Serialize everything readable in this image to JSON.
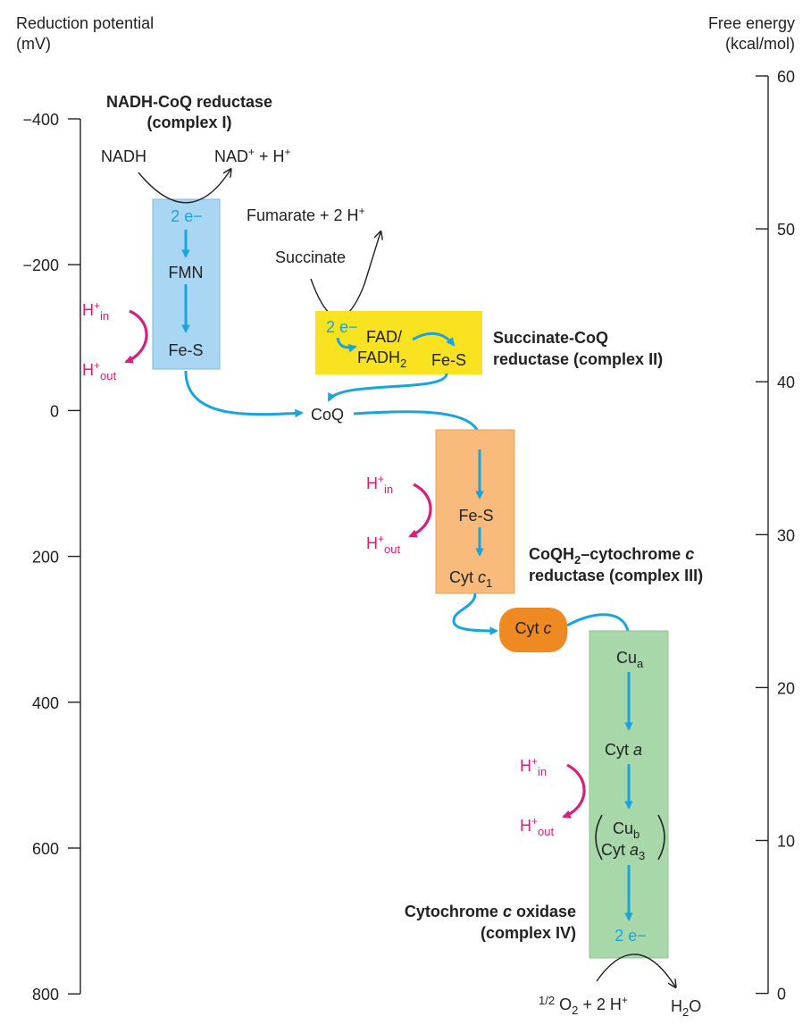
{
  "axes": {
    "left": {
      "title_line1": "Reduction potential",
      "title_line2": "(mV)",
      "ticks": [
        "−400",
        "−200",
        "0",
        "200",
        "400",
        "600",
        "800"
      ]
    },
    "right": {
      "title_line1": "Free energy",
      "title_line2": "(kcal/mol)",
      "ticks": [
        "60",
        "50",
        "40",
        "30",
        "20",
        "10",
        "0"
      ]
    }
  },
  "complex1": {
    "title_line1": "NADH-CoQ reductase",
    "title_line2": "(complex I)",
    "nadh": "NADH",
    "nad": "NAD",
    "nad_sup": "+",
    "plus_h": " + H",
    "h_sup": "+",
    "electrons": "2 e−",
    "fmn": "FMN",
    "fes": "Fe-S",
    "color": "#a9d6f2"
  },
  "complex2": {
    "title_line1": "Succinate-CoQ",
    "title_line2": "reductase (complex II)",
    "fumarate": "Fumarate + 2 H",
    "fumarate_sup": "+",
    "succinate": "Succinate",
    "electrons": "2 e−",
    "fad": "FAD/",
    "fadh": "FADH",
    "fadh_sub": "2",
    "fes": "Fe-S",
    "color": "#f9e220"
  },
  "coq": "CoQ",
  "complex3": {
    "title_a": "CoQH",
    "title_a_sub": "2",
    "title_b": "–cytochrome ",
    "title_c": "c",
    "title_line2": "reductase (complex III)",
    "fes": "Fe-S",
    "cytc1": "Cyt ",
    "cytc1_c": "c",
    "cytc1_sub": "1",
    "color": "#f8bb7c"
  },
  "cytc": {
    "text": "Cyt ",
    "italic": "c",
    "color": "#ef8a22"
  },
  "complex4": {
    "title_a": "Cytochrome ",
    "title_b": "c",
    "title_c": " oxidase",
    "title_line2": "(complex IV)",
    "cu_a": "Cu",
    "cu_a_sub": "a",
    "cyt_a": "Cyt ",
    "cyt_a_i": "a",
    "cu_b": "Cu",
    "cu_b_sub": "b",
    "cyt_a3": "Cyt ",
    "cyt_a3_i": "a",
    "cyt_a3_sub": "3",
    "electrons": "2 e−",
    "o2_frac": "1/2",
    "o2_text": " O",
    "o2_sub": "2",
    "o2_tail": " + 2 H",
    "o2_sup": "+",
    "h2o": "H",
    "h2o_sub": "2",
    "h2o_tail": "O",
    "color": "#a8d8aa"
  },
  "proton": {
    "h": "H",
    "sup": "+",
    "in": "in",
    "out": "out"
  },
  "colors": {
    "arrow_blue": "#19a4e0",
    "proton_magenta": "#d6217a"
  }
}
